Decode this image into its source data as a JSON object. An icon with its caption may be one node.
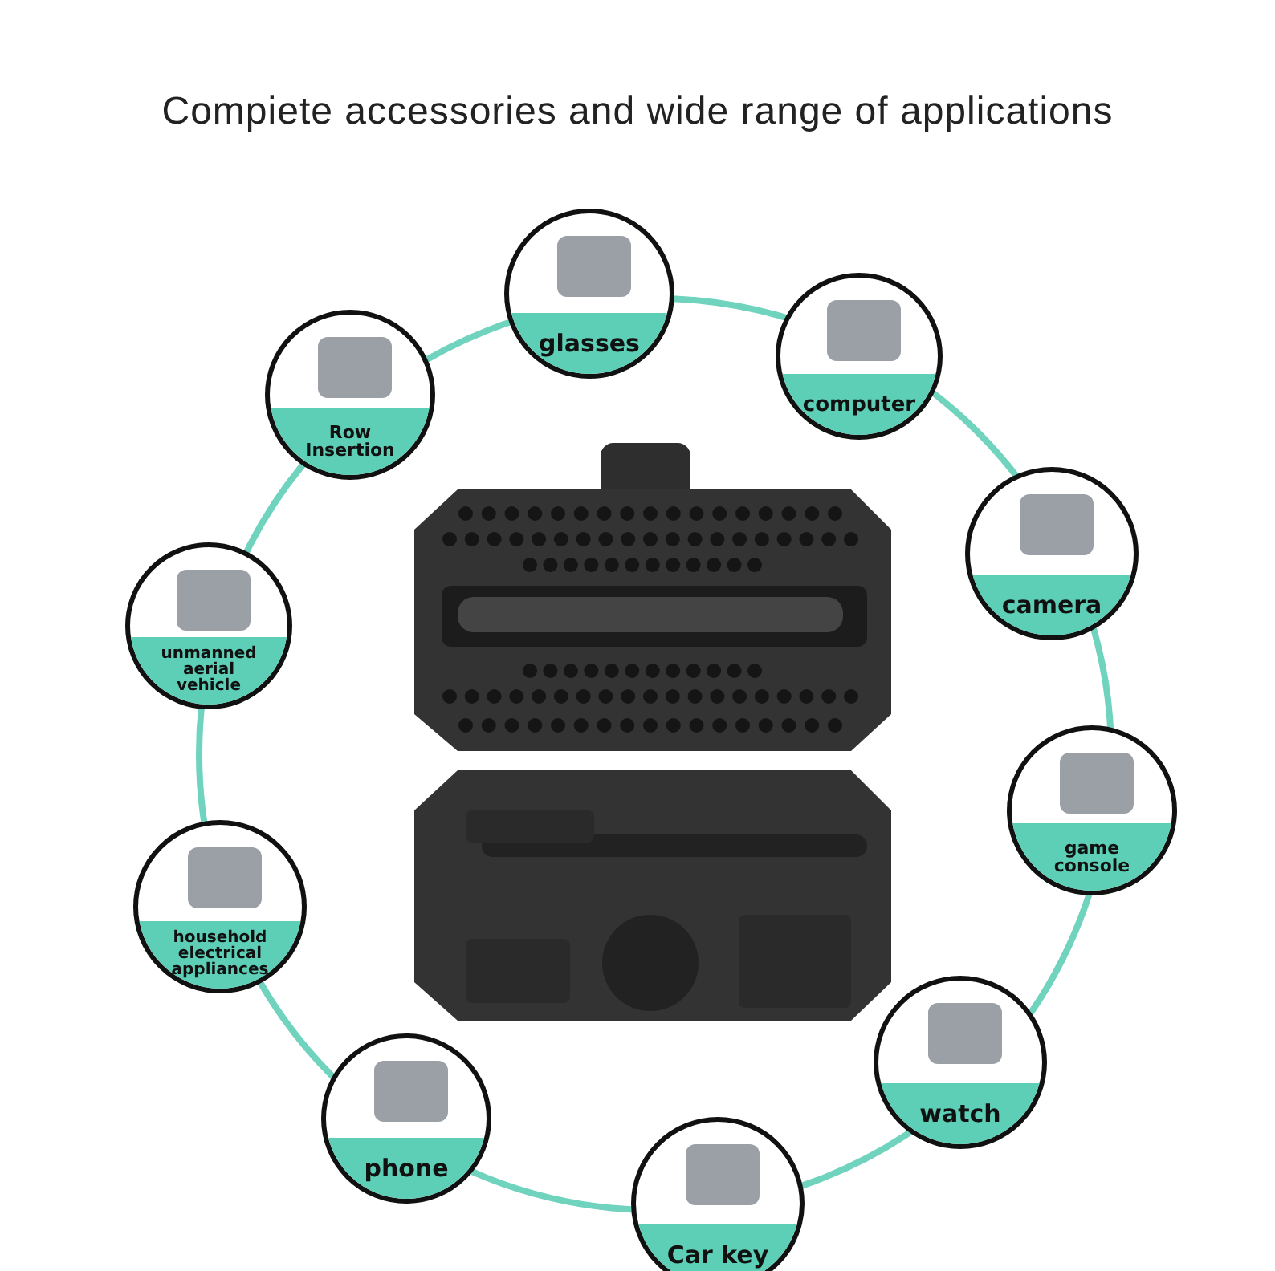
{
  "diagram": {
    "title": "Compiete accessories and wide range of applications",
    "nodes": [
      {
        "text": [
          "glasses"
        ]
      },
      {
        "text": [
          "computer"
        ]
      },
      {
        "text": [
          "camera"
        ]
      },
      {
        "text": [
          "game console"
        ]
      },
      {
        "text": [
          "watch"
        ]
      },
      {
        "text": [
          "Car key"
        ]
      },
      {
        "text": [
          "phone"
        ]
      },
      {
        "text": [
          "household electrical appliances"
        ]
      },
      {
        "text": [
          "unmanned aerial vehicle"
        ]
      },
      {
        "text": [
          "Row Insertion"
        ]
      }
    ],
    "edges": []
  }
}
